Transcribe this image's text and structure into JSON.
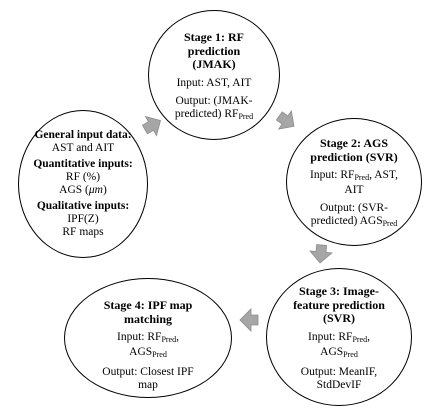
{
  "input_node": {
    "general_heading": "General input data:",
    "general_value": "AST and AIT",
    "quant_heading": "Quantitative inputs:",
    "quant_item_1": "RF (%)",
    "quant_item_2_prefix": "AGS (",
    "quant_item_2_unit": "μm",
    "quant_item_2_suffix": ")",
    "qual_heading": "Qualitative inputs:",
    "qual_item_1": "IPF(Z)",
    "qual_item_2": "RF maps"
  },
  "stage1": {
    "title_1": "Stage 1: RF",
    "title_2": "prediction",
    "title_3": "(JMAK)",
    "input": "Input: AST, AIT",
    "output_1": "Output: (JMAK-",
    "output_2_prefix": "predicted) RF",
    "output_2_sub": "Pred"
  },
  "stage2": {
    "title_1": "Stage 2: AGS",
    "title_2": "prediction (SVR)",
    "input_1_prefix": "Input: RF",
    "input_1_sub": "Pred",
    "input_1_suffix": ", AST,",
    "input_2": "AIT",
    "output_1": "Output: (SVR-",
    "output_2_prefix": "predicted) AGS",
    "output_2_sub": "Pred"
  },
  "stage3": {
    "title_1": "Stage 3: Image-",
    "title_2": "feature prediction",
    "title_3": "(SVR)",
    "input_1_prefix": "Input: RF",
    "input_1_sub": "Pred",
    "input_1_suffix": ",",
    "input_2_prefix": "AGS",
    "input_2_sub": "Pred",
    "output_1": "Output: MeanIF,",
    "output_2": "StdDevIF"
  },
  "stage4": {
    "title_1": "Stage 4: IPF map",
    "title_2": "matching",
    "input_1_prefix": "Input: RF",
    "input_1_sub": "Pred",
    "input_1_suffix": ",",
    "input_2_prefix": "AGS",
    "input_2_sub": "Pred",
    "output_1": "Output: Closest IPF",
    "output_2": "map"
  },
  "colors": {
    "arrow_fill": "#a6a6a6",
    "arrow_stroke": "#8c8c8c",
    "circle_border": "#000000"
  }
}
